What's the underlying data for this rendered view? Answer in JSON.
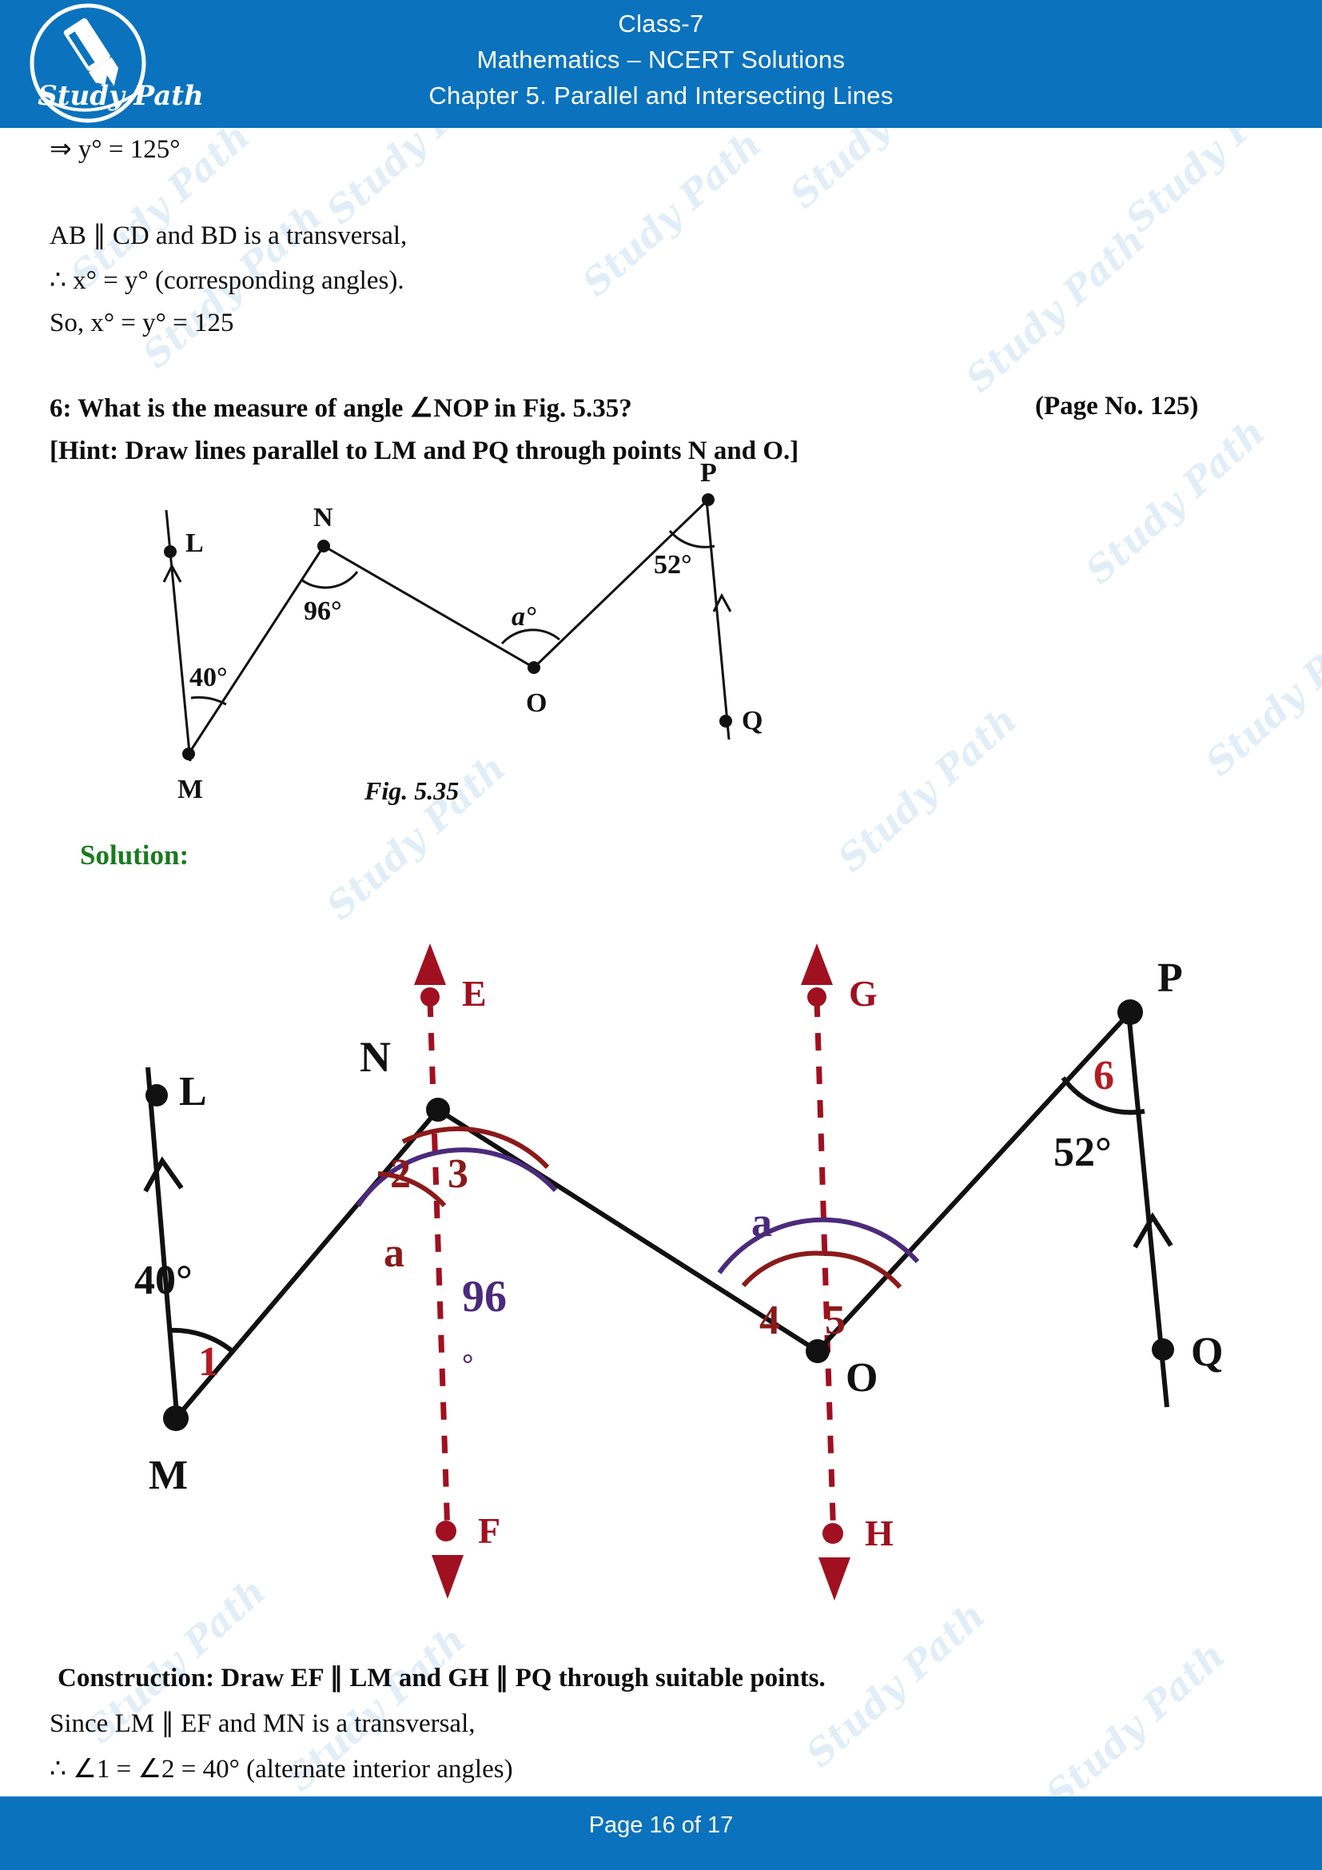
{
  "header": {
    "logo_text": "Study Path",
    "logo_icon": "pen-nib-icon",
    "line1": "Class-7",
    "line2": "Mathematics – NCERT Solutions",
    "line3": "Chapter 5. Parallel and Intersecting Lines",
    "bg_color": "#0b72bd"
  },
  "watermark": {
    "text": "Study Path",
    "color": "#cfe4f5"
  },
  "body": {
    "line_y_eq": "⇒ y° = 125°",
    "line_ab_cd": "AB ∥ CD and BD is a transversal,",
    "line_therefore_x": "∴ x° = y° (corresponding angles).",
    "line_so_x": "So, x° = y° = 125",
    "question": "6: What is the measure of angle ∠NOP in Fig. 5.35?",
    "page_ref": "(Page No. 125)",
    "hint": "[Hint: Draw lines parallel to LM and PQ through points N and O.]",
    "solution_label": "Solution:",
    "construction": "Construction: Draw EF ∥ LM and GH ∥ PQ through suitable points.",
    "since_line": "Since LM ∥ EF and MN is a transversal,",
    "angle_line": "∴ ∠1 = ∠2 = 40° (alternate interior angles)"
  },
  "figure_535": {
    "caption": "Fig.  5.35",
    "points": {
      "L": "L",
      "M": "M",
      "N": "N",
      "O": "O",
      "P": "P",
      "Q": "Q"
    },
    "angles": {
      "at_M": "40°",
      "at_N": "96°",
      "at_O": "a°",
      "at_P": "52°"
    }
  },
  "solution_figure": {
    "points": {
      "L": "L",
      "M": "M",
      "N": "N",
      "O": "O",
      "P": "P",
      "Q": "Q",
      "E": "E",
      "F": "F",
      "G": "G",
      "H": "H"
    },
    "angles": {
      "at_M_value": "40°",
      "at_M_number": "1",
      "at_N_number_left": "2",
      "at_N_number_right": "3",
      "at_N_a": "a",
      "at_N_value": "96",
      "at_N_degree": "°",
      "at_O_number_left": "4",
      "at_O_number_right": "5",
      "at_O_a": "a",
      "at_P_number": "6",
      "at_P_value": "52°"
    },
    "colors": {
      "construction_line": "#a01020",
      "red_arc": "#8b1a1a",
      "purple_arc": "#4b2a7b",
      "main_line": "#111111"
    }
  },
  "footer": {
    "page_text": "Page 16 of 17"
  }
}
